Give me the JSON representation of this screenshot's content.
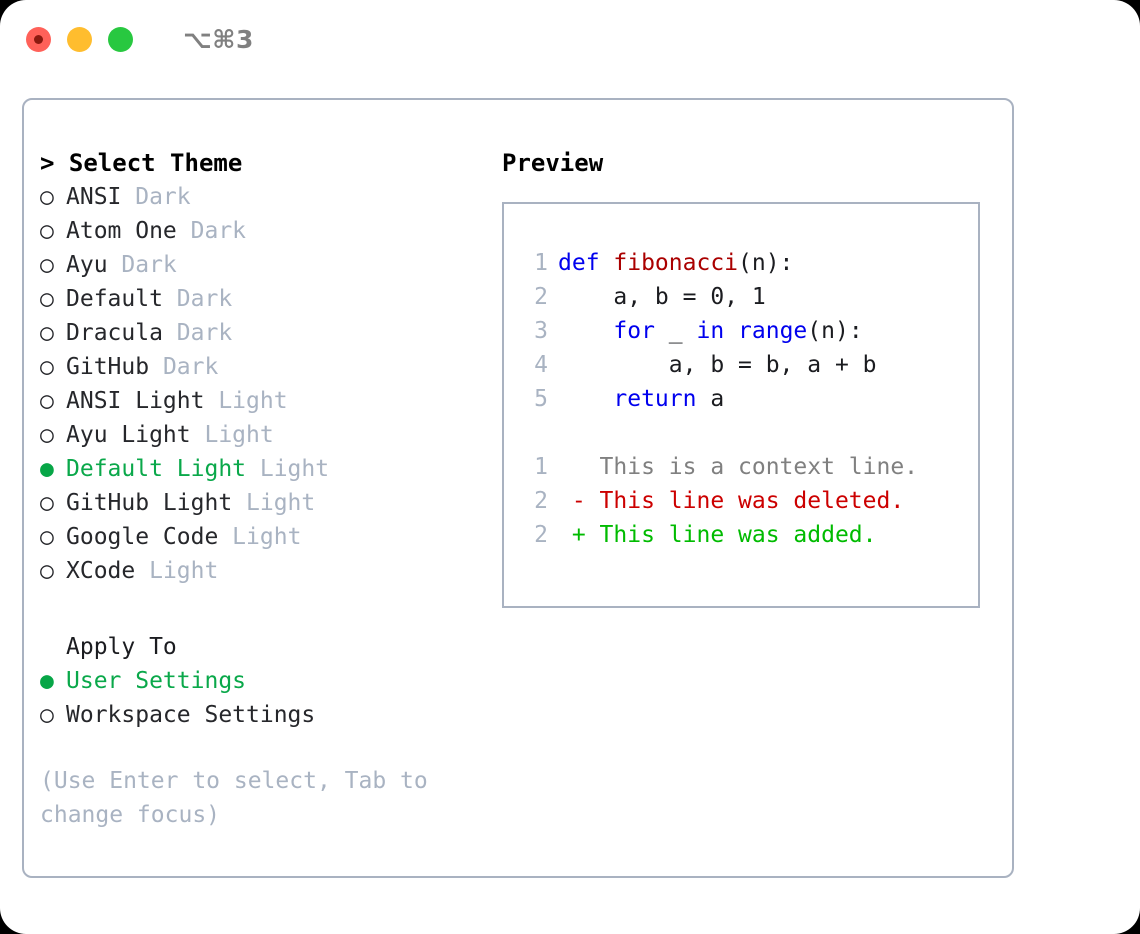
{
  "titlebar": {
    "buttons": [
      "close",
      "minimize",
      "maximize"
    ],
    "shortcut": "⌥⌘3"
  },
  "theme_panel": {
    "header": "> Select Theme",
    "marker_selected": "●",
    "marker_unselected": "○",
    "items": [
      {
        "marker": "○",
        "label": "ANSI",
        "suffix": "Dark",
        "selected": false
      },
      {
        "marker": "○",
        "label": "Atom One",
        "suffix": "Dark",
        "selected": false
      },
      {
        "marker": "○",
        "label": "Ayu",
        "suffix": "Dark",
        "selected": false
      },
      {
        "marker": "○",
        "label": "Default",
        "suffix": "Dark",
        "selected": false
      },
      {
        "marker": "○",
        "label": "Dracula",
        "suffix": "Dark",
        "selected": false
      },
      {
        "marker": "○",
        "label": "GitHub",
        "suffix": "Dark",
        "selected": false
      },
      {
        "marker": "○",
        "label": "ANSI Light",
        "suffix": "Light",
        "selected": false
      },
      {
        "marker": "○",
        "label": "Ayu Light",
        "suffix": "Light",
        "selected": false
      },
      {
        "marker": "●",
        "label": "Default Light",
        "suffix": "Light",
        "selected": true
      },
      {
        "marker": "○",
        "label": "GitHub Light",
        "suffix": "Light",
        "selected": false
      },
      {
        "marker": "○",
        "label": "Google Code",
        "suffix": "Light",
        "selected": false
      },
      {
        "marker": "○",
        "label": "XCode",
        "suffix": "Light",
        "selected": false
      }
    ]
  },
  "apply_to": {
    "header": "Apply To",
    "items": [
      {
        "marker": "●",
        "label": "User Settings",
        "selected": true
      },
      {
        "marker": "○",
        "label": "Workspace Settings",
        "selected": false
      }
    ]
  },
  "hint": "(Use Enter to select, Tab to change focus)",
  "preview": {
    "title": "Preview",
    "code_lines": [
      {
        "no": "1",
        "tokens": [
          {
            "t": "def ",
            "c": "kw"
          },
          {
            "t": "fibonacci",
            "c": "fn"
          },
          {
            "t": "(n):",
            "c": "plain"
          }
        ]
      },
      {
        "no": "2",
        "tokens": [
          {
            "t": "    a, b = 0, 1",
            "c": "plain"
          }
        ]
      },
      {
        "no": "3",
        "tokens": [
          {
            "t": "    ",
            "c": "plain"
          },
          {
            "t": "for",
            "c": "kw"
          },
          {
            "t": " _ ",
            "c": "plain"
          },
          {
            "t": "in",
            "c": "kw"
          },
          {
            "t": " ",
            "c": "plain"
          },
          {
            "t": "range",
            "c": "kw"
          },
          {
            "t": "(n):",
            "c": "plain"
          }
        ]
      },
      {
        "no": "4",
        "tokens": [
          {
            "t": "        a, b = b, a + b",
            "c": "plain"
          }
        ]
      },
      {
        "no": "5",
        "tokens": [
          {
            "t": "    ",
            "c": "plain"
          },
          {
            "t": "return",
            "c": "kw"
          },
          {
            "t": " a",
            "c": "plain"
          }
        ]
      }
    ],
    "diff_lines": [
      {
        "no": "1",
        "text": "   This is a context line.",
        "c": "ctx"
      },
      {
        "no": "2",
        "text": " - This line was deleted.",
        "c": "del"
      },
      {
        "no": "2",
        "text": " + This line was added.",
        "c": "add"
      }
    ]
  },
  "colors": {
    "accent_green": "#0aa84a",
    "muted": "#a9b3c2",
    "border": "#a9b2c1",
    "keyword": "#0000ee",
    "function": "#aa0000",
    "diff_add": "#00bb00",
    "diff_del": "#cc0000",
    "traffic_red": "#ff6159",
    "traffic_yellow": "#ffbd2e",
    "traffic_green": "#28c840"
  }
}
